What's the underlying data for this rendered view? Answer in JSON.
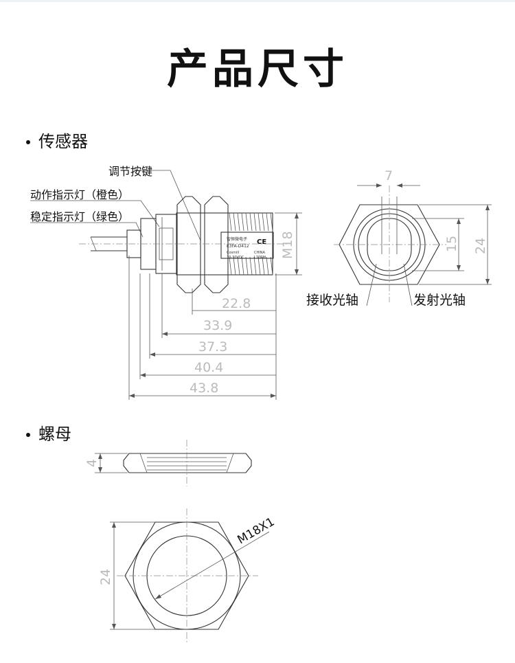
{
  "title": "产品尺寸",
  "sections": {
    "sensor": "传感器",
    "nut": "螺母"
  },
  "callouts": {
    "adjust_button": "调节按键",
    "action_indicator": "动作指示灯（橙色）",
    "stable_indicator": "稳定指示灯（绿色）",
    "receive_axis": "接收光轴",
    "emit_axis": "发射光轴"
  },
  "sensor_dimensions": {
    "thread": "M18",
    "d1": "22.8",
    "d2": "33.9",
    "d3": "37.3",
    "d4": "40.4",
    "d5": "43.8"
  },
  "front_view_dimensions": {
    "gap": "7",
    "window": "15",
    "hex": "24"
  },
  "nut_dimensions": {
    "thickness": "4",
    "hex": "24",
    "thread": "M18X1"
  },
  "label_plate": {
    "line1": "智恒微电子",
    "line2": "E3FA-D412",
    "line3": "Cosmill",
    "line4": "CHINA",
    "line5": "10-30VDC",
    "line6": "L70RM"
  }
}
